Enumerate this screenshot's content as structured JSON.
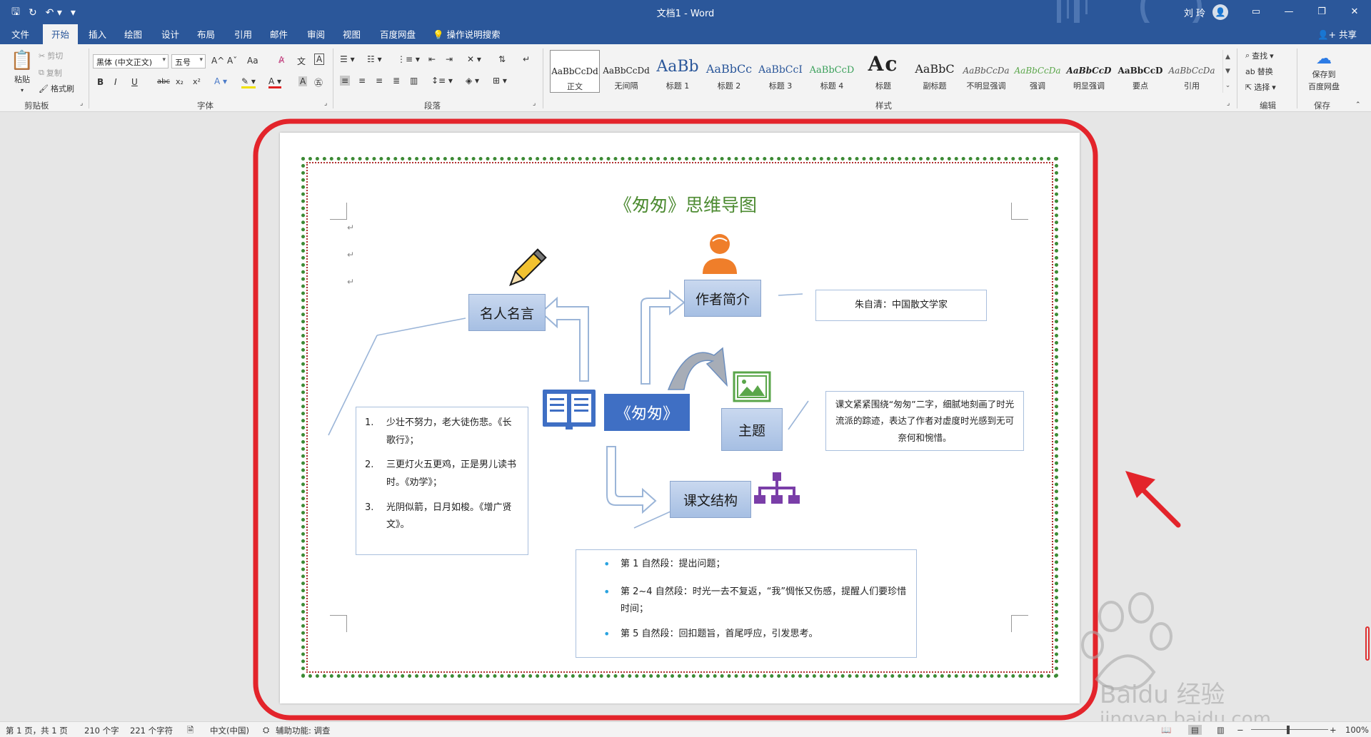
{
  "titlebar": {
    "document_title": "文档1 - Word",
    "user_name": "刘 玲",
    "save_icon": "save-icon",
    "redo_icon": "redo-icon",
    "undo_icon": "undo-icon"
  },
  "tabs": [
    "文件",
    "开始",
    "插入",
    "绘图",
    "设计",
    "布局",
    "引用",
    "邮件",
    "审阅",
    "视图",
    "百度网盘"
  ],
  "active_tab": "开始",
  "search": {
    "label": "操作说明搜索"
  },
  "share_label": "共享",
  "clipboard": {
    "paste": "粘贴",
    "cut": "剪切",
    "copy": "复制",
    "format_painter": "格式刷",
    "group": "剪贴板"
  },
  "font": {
    "family": "黑体 (中文正文)",
    "size": "五号",
    "grow": "A^",
    "shrink": "Aˇ",
    "change_case": "Aa",
    "bold": "B",
    "italic": "I",
    "underline": "U",
    "strikethrough": "abc",
    "subscript": "x₂",
    "superscript": "x²",
    "group": "字体"
  },
  "paragraph": {
    "group": "段落"
  },
  "styles": {
    "group": "样式",
    "items": [
      {
        "sample": "AaBbCcDd",
        "name": "正文"
      },
      {
        "sample": "AaBbCcDd",
        "name": "无间隔"
      },
      {
        "sample": "AaBb",
        "name": "标题 1"
      },
      {
        "sample": "AaBbCc",
        "name": "标题 2"
      },
      {
        "sample": "AaBbCcI",
        "name": "标题 3"
      },
      {
        "sample": "AaBbCcD",
        "name": "标题 4"
      },
      {
        "sample": "Ac",
        "name": "标题"
      },
      {
        "sample": "AaBbC",
        "name": "副标题"
      },
      {
        "sample": "AaBbCcDa",
        "name": "不明显强调"
      },
      {
        "sample": "AaBbCcDa",
        "name": "强调"
      },
      {
        "sample": "AaBbCcD",
        "name": "明显强调"
      },
      {
        "sample": "AaBbCcD",
        "name": "要点"
      },
      {
        "sample": "AaBbCcDa",
        "name": "引用"
      }
    ]
  },
  "editing": {
    "find": "查找",
    "replace": "替换",
    "select": "选择",
    "group": "编辑"
  },
  "save_baidu": {
    "label_line1": "保存到",
    "label_line2": "百度网盘",
    "group": "保存"
  },
  "document": {
    "title": "《匆匆》思维导图",
    "center_node": "《匆匆》",
    "nodes": {
      "quotes": "名人名言",
      "author": "作者简介",
      "theme": "主题",
      "structure": "课文结构"
    },
    "author_info": "朱自清：中国散文学家",
    "theme_info": "课文紧紧围绕“匆匆”二字，细腻地刻画了时光流派的踪迹，表达了作者对虚度时光感到无可奈何和惋惜。",
    "quotes_list": [
      {
        "num": "1.",
        "text": "少壮不努力，老大徒伤悲。《长歌行》；"
      },
      {
        "num": "2.",
        "text": "三更灯火五更鸡，正是男儿读书时。《劝学》；"
      },
      {
        "num": "3.",
        "text": "光阴似箭，日月如梭。《增广贤文》。"
      }
    ],
    "structure_list": [
      "第 1 自然段：提出问题；",
      "第 2~4 自然段：时光一去不复返，“我”惆怅又伤感，提醒人们要珍惜时间；",
      "第 5 自然段：回扣题旨，首尾呼应，引发思考。"
    ]
  },
  "statusbar": {
    "page": "第 1 页，共 1 页",
    "words": "210 个字",
    "chars": "221 个字符",
    "language": "中文(中国)",
    "accessibility": "辅助功能: 调查",
    "zoom": "100%"
  },
  "watermark": {
    "brand": "Bai",
    "brand2": "du",
    "brand_cn": "经验",
    "url": "jingyan.baidu.com"
  },
  "colors": {
    "accent": "#2b579a",
    "highlight_border": "#e3242b",
    "title_green": "#4d8b32",
    "node_blue": "#3f6fc4"
  }
}
